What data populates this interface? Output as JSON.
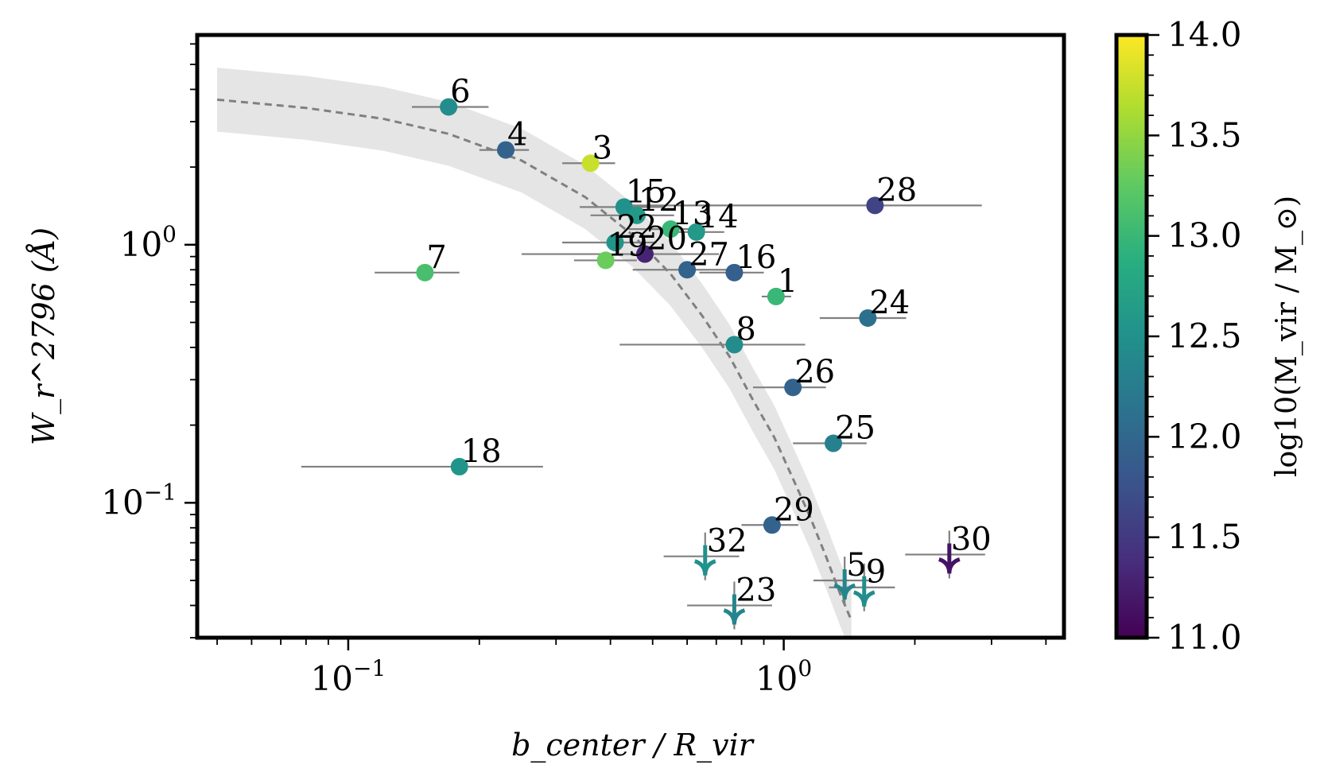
{
  "chart_data": {
    "type": "scatter",
    "title": "",
    "xlabel": "b_center / R_vir",
    "ylabel": "W_r^2796 (Å)",
    "xscale": "log",
    "yscale": "log",
    "xlim": [
      0.045,
      4.4
    ],
    "ylim": [
      0.03,
      6.5
    ],
    "x_ticks": [
      {
        "value": 0.1,
        "base": "10",
        "exp": "−1"
      },
      {
        "value": 1.0,
        "base": "10",
        "exp": "0"
      }
    ],
    "y_ticks": [
      {
        "value": 0.1,
        "base": "10",
        "exp": "−1"
      },
      {
        "value": 1.0,
        "base": "10",
        "exp": "0"
      }
    ],
    "grid": false,
    "model_curve": {
      "style": "dashed",
      "color": "#808080",
      "band_color": "#e5e5e5",
      "x": [
        0.05,
        0.08,
        0.12,
        0.17,
        0.25,
        0.35,
        0.45,
        0.55,
        0.65,
        0.75,
        0.85,
        0.95,
        1.05,
        1.15,
        1.25,
        1.35,
        1.43
      ],
      "y": [
        3.65,
        3.39,
        3.08,
        2.69,
        2.12,
        1.53,
        1.09,
        0.77,
        0.53,
        0.37,
        0.25,
        0.18,
        0.124,
        0.088,
        0.062,
        0.044,
        0.035
      ],
      "band_factor": 1.33
    },
    "colorbar": {
      "label": "log10(M_vir / M_⊙)",
      "min": 11.0,
      "max": 14.0,
      "ticks": [
        "11.0",
        "11.5",
        "12.0",
        "12.5",
        "13.0",
        "13.5",
        "14.0"
      ],
      "colormap": "viridis"
    },
    "points": [
      {
        "id": "1",
        "x": 0.96,
        "y": 0.63,
        "xlo": 0.89,
        "xhi": 1.04,
        "mass": 13.0,
        "type": "detection"
      },
      {
        "id": "3",
        "x": 0.36,
        "y": 2.07,
        "xlo": 0.31,
        "xhi": 0.41,
        "mass": 13.75,
        "type": "detection"
      },
      {
        "id": "4",
        "x": 0.23,
        "y": 2.33,
        "xlo": 0.2,
        "xhi": 0.26,
        "mass": 11.95,
        "type": "detection"
      },
      {
        "id": "6",
        "x": 0.17,
        "y": 3.42,
        "xlo": 0.14,
        "xhi": 0.21,
        "mass": 12.45,
        "type": "detection"
      },
      {
        "id": "7",
        "x": 0.15,
        "y": 0.78,
        "xlo": 0.115,
        "xhi": 0.18,
        "mass": 13.1,
        "type": "detection"
      },
      {
        "id": "8",
        "x": 0.77,
        "y": 0.41,
        "xlo": 0.42,
        "xhi": 1.12,
        "mass": 12.45,
        "type": "detection"
      },
      {
        "id": "13",
        "x": 0.55,
        "y": 1.15,
        "xlo": 0.44,
        "xhi": 0.66,
        "mass": 13.0,
        "type": "detection"
      },
      {
        "id": "14",
        "x": 0.63,
        "y": 1.12,
        "xlo": 0.53,
        "xhi": 0.73,
        "mass": 12.6,
        "type": "detection"
      },
      {
        "id": "15",
        "x": 0.43,
        "y": 1.4,
        "xlo": 0.34,
        "xhi": 0.53,
        "mass": 12.5,
        "type": "detection"
      },
      {
        "id": "12",
        "x": 0.46,
        "y": 1.3,
        "xlo": 0.36,
        "xhi": 0.56,
        "mass": 12.6,
        "type": "detection"
      },
      {
        "id": "16",
        "x": 0.77,
        "y": 0.78,
        "xlo": 0.64,
        "xhi": 0.9,
        "mass": 11.9,
        "type": "detection"
      },
      {
        "id": "18",
        "x": 0.18,
        "y": 0.138,
        "xlo": 0.078,
        "xhi": 0.28,
        "mass": 12.55,
        "type": "detection"
      },
      {
        "id": "19",
        "x": 0.39,
        "y": 0.87,
        "xlo": 0.33,
        "xhi": 0.46,
        "mass": 13.3,
        "type": "detection"
      },
      {
        "id": "20",
        "x": 0.48,
        "y": 0.92,
        "xlo": 0.25,
        "xhi": 0.71,
        "mass": 11.3,
        "type": "detection"
      },
      {
        "id": "22",
        "x": 0.41,
        "y": 1.02,
        "xlo": 0.31,
        "xhi": 0.51,
        "mass": 12.55,
        "type": "detection"
      },
      {
        "id": "24",
        "x": 1.56,
        "y": 0.52,
        "xlo": 1.21,
        "xhi": 1.91,
        "mass": 12.1,
        "type": "detection"
      },
      {
        "id": "25",
        "x": 1.3,
        "y": 0.17,
        "xlo": 1.05,
        "xhi": 1.55,
        "mass": 12.3,
        "type": "detection"
      },
      {
        "id": "26",
        "x": 1.05,
        "y": 0.28,
        "xlo": 0.85,
        "xhi": 1.25,
        "mass": 11.95,
        "type": "detection"
      },
      {
        "id": "27",
        "x": 0.6,
        "y": 0.8,
        "xlo": 0.45,
        "xhi": 0.75,
        "mass": 11.95,
        "type": "detection"
      },
      {
        "id": "28",
        "x": 1.62,
        "y": 1.42,
        "xlo": 0.45,
        "xhi": 2.85,
        "mass": 11.6,
        "type": "detection"
      },
      {
        "id": "29",
        "x": 0.94,
        "y": 0.082,
        "xlo": 0.8,
        "xhi": 1.08,
        "mass": 11.95,
        "type": "detection"
      },
      {
        "id": "5",
        "x": 1.38,
        "y": 0.05,
        "xlo": 1.17,
        "xhi": 1.58,
        "mass": 12.35,
        "type": "upper_limit"
      },
      {
        "id": "9",
        "x": 1.53,
        "y": 0.047,
        "xlo": 1.27,
        "xhi": 1.8,
        "mass": 12.45,
        "type": "upper_limit"
      },
      {
        "id": "23",
        "x": 0.77,
        "y": 0.04,
        "xlo": 0.6,
        "xhi": 0.94,
        "mass": 12.35,
        "type": "upper_limit"
      },
      {
        "id": "30",
        "x": 2.4,
        "y": 0.063,
        "xlo": 1.9,
        "xhi": 2.9,
        "mass": 11.15,
        "type": "upper_limit"
      },
      {
        "id": "32",
        "x": 0.66,
        "y": 0.062,
        "xlo": 0.53,
        "xhi": 0.79,
        "mass": 12.5,
        "type": "upper_limit"
      }
    ]
  }
}
